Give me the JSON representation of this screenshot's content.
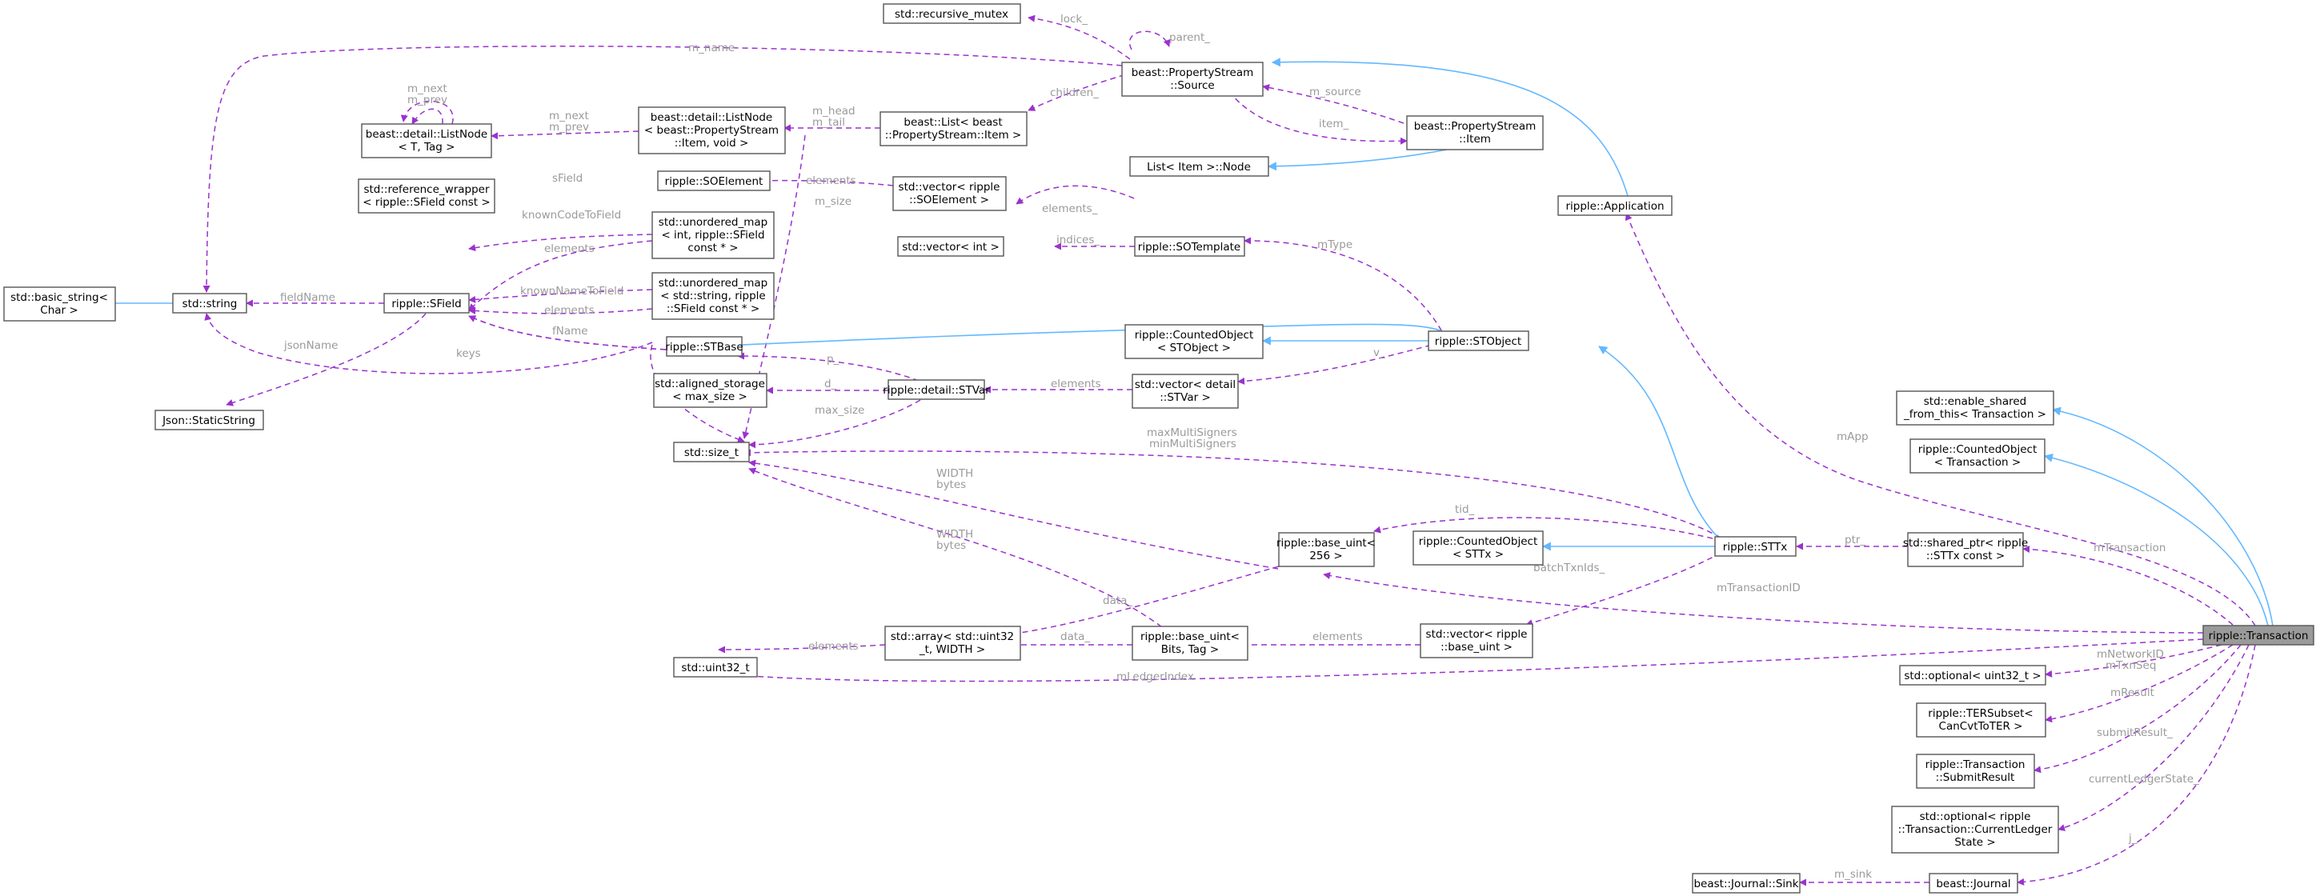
{
  "colors": {
    "usage_edge": "#9a32cd",
    "inherit_edge": "#63b8ff",
    "node_border": "#555555",
    "focus_fill": "#9a9a9a",
    "label_text": "#9a9a9a"
  },
  "nodes": {
    "transaction": [
      "ripple::Transaction"
    ],
    "enable_shared": [
      "std::enable_shared",
      "_from_this< Transaction >"
    ],
    "counted_txn": [
      "ripple::CountedObject",
      "< Transaction >"
    ],
    "shared_ptr_sttx": [
      "std::shared_ptr< ripple",
      "::STTx const >"
    ],
    "optional_u32": [
      "std::optional< uint32_t >"
    ],
    "ter_subset": [
      "ripple::TERSubset<",
      "CanCvtToTER >"
    ],
    "submit_result": [
      "ripple::Transaction",
      "::SubmitResult"
    ],
    "optional_cls": [
      "std::optional< ripple",
      "::Transaction::CurrentLedger",
      "State >"
    ],
    "journal": [
      "beast::Journal"
    ],
    "sink": [
      "beast::Journal::Sink"
    ],
    "application": [
      "ripple::Application"
    ],
    "sttx": [
      "ripple::STTx"
    ],
    "counted_sttx": [
      "ripple::CountedObject",
      "< STTx >"
    ],
    "base_uint256": [
      "ripple::base_uint<",
      "256 >"
    ],
    "vector_base_uint": [
      "std::vector< ripple",
      "::base_uint >"
    ],
    "base_uint_bits": [
      "ripple::base_uint<",
      "Bits, Tag >"
    ],
    "array_u32": [
      "std::array< std::uint32",
      "_t, WIDTH >"
    ],
    "uint32": [
      "std::uint32_t"
    ],
    "stobject": [
      "ripple::STObject"
    ],
    "counted_stobject": [
      "ripple::CountedObject",
      "< STObject >"
    ],
    "vector_stvar": [
      "std::vector< detail",
      "::STVar >"
    ],
    "stvar": [
      "ripple::detail::STVar"
    ],
    "aligned_storage": [
      "std::aligned_storage",
      "< max_size >"
    ],
    "size_t": [
      "std::size_t"
    ],
    "stbase": [
      "ripple::STBase"
    ],
    "sfield": [
      "ripple::SField"
    ],
    "static_string": [
      "Json::StaticString"
    ],
    "string": [
      "std::string"
    ],
    "basic_string": [
      "std::basic_string<",
      "Char >"
    ],
    "umap_int": [
      "std::unordered_map",
      "< int, ripple::SField",
      "const * >"
    ],
    "umap_str": [
      "std::unordered_map",
      "< std::string, ripple",
      "::SField const * >"
    ],
    "refwrap": [
      "std::reference_wrapper",
      "< ripple::SField const >"
    ],
    "listnode_tag": [
      "beast::detail::ListNode",
      "< T, Tag >"
    ],
    "listnode_item": [
      "beast::detail::ListNode",
      "< beast::PropertyStream",
      "::Item, void >"
    ],
    "list_item": [
      "beast::List< beast",
      "::PropertyStream::Item >"
    ],
    "soelement": [
      "ripple::SOElement"
    ],
    "vector_soelement": [
      "std::vector< ripple",
      "::SOElement >"
    ],
    "vector_int": [
      "std::vector< int >"
    ],
    "sotemplate": [
      "ripple::SOTemplate"
    ],
    "ps_source": [
      "beast::PropertyStream",
      "::Source"
    ],
    "ps_item": [
      "beast::PropertyStream",
      "::Item"
    ],
    "list_node": [
      "List< Item >::Node"
    ],
    "recursive_mutex": [
      "std::recursive_mutex"
    ]
  },
  "edge_labels": {
    "mApp": [
      "mApp"
    ],
    "mTransaction": [
      "mTransaction"
    ],
    "mTransactionID": [
      "mTransactionID"
    ],
    "mLedgerIndex": [
      "mLedgerIndex"
    ],
    "mNetworkID": [
      "mNetworkID",
      "mTxnSeq"
    ],
    "mResult": [
      "mResult"
    ],
    "submitResult": [
      "submitResult_"
    ],
    "currentLedgerState": [
      "currentLedgerState_"
    ],
    "j": [
      "j_"
    ],
    "m_sink": [
      "m_sink"
    ],
    "ptr": [
      "ptr_"
    ],
    "tid": [
      "tid_"
    ],
    "batchTxnIds": [
      "batchTxnIds_"
    ],
    "maxMulti": [
      "maxMultiSigners",
      "minMultiSigners"
    ],
    "width_bytes_a": [
      "WIDTH",
      "bytes"
    ],
    "width_bytes_b": [
      "WIDTH",
      "bytes"
    ],
    "data_256": [
      "data_"
    ],
    "data_bits": [
      "data_"
    ],
    "elements_vb": [
      "elements"
    ],
    "elements_arr": [
      "elements"
    ],
    "elements_vstvar": [
      "elements"
    ],
    "v": [
      "v_"
    ],
    "mType": [
      "mType"
    ],
    "p": [
      "p_"
    ],
    "d": [
      "d_"
    ],
    "max_size": [
      "max_size"
    ],
    "m_size": [
      "m_size"
    ],
    "elements_vso": [
      "elements_"
    ],
    "elements_soe": [
      "elements"
    ],
    "indices": [
      "indices_"
    ],
    "sField": [
      "sField"
    ],
    "knownCodeToField": [
      "knownCodeToField"
    ],
    "elements_umi": [
      "elements"
    ],
    "knownNameToField": [
      "knownNameToField"
    ],
    "elements_ums": [
      "elements"
    ],
    "fName": [
      "fName"
    ],
    "keys": [
      "keys"
    ],
    "fieldName": [
      "fieldName"
    ],
    "jsonName": [
      "jsonName"
    ],
    "m_name": [
      "m_name"
    ],
    "lock": [
      "lock_"
    ],
    "parent": [
      "parent_"
    ],
    "children": [
      "children_"
    ],
    "m_source": [
      "m_source"
    ],
    "item": [
      "item_"
    ],
    "m_head": [
      "m_head",
      "m_tail"
    ],
    "m_next_a": [
      "m_next",
      "m_prev"
    ],
    "m_next_b": [
      "m_next",
      "m_prev"
    ]
  }
}
